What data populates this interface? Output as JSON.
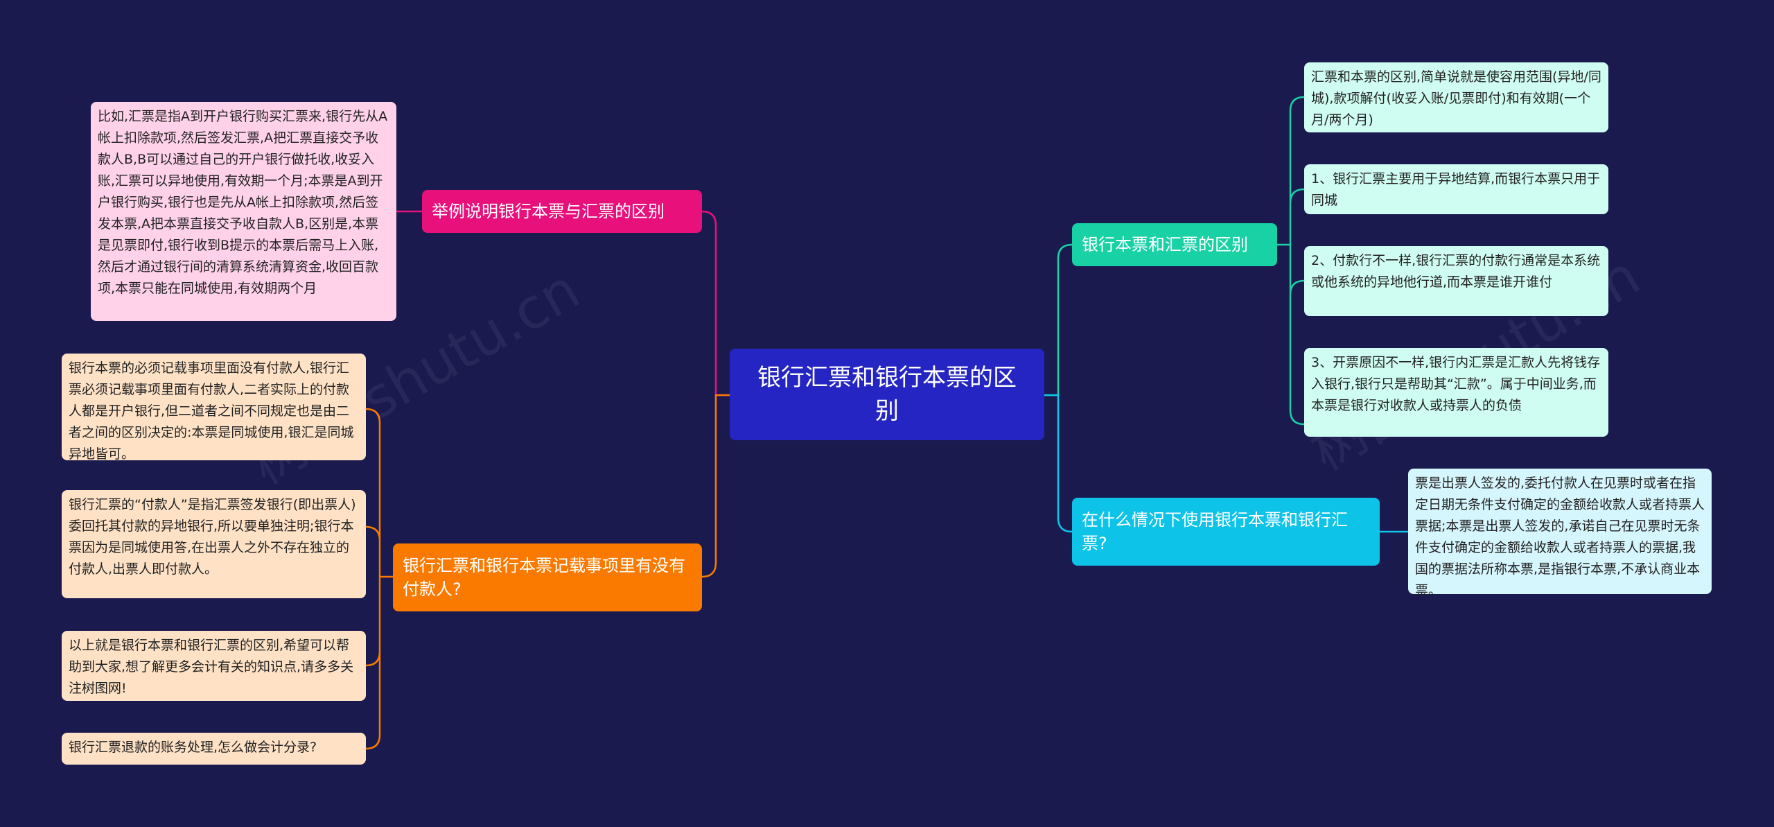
{
  "center": {
    "label": "银行汇票和银行本票的区别"
  },
  "topics": {
    "example": "举例说明银行本票与汇票的区别",
    "payer": "银行汇票和银行本票记载事项里有没有付款人?",
    "difference": "银行本票和汇票的区别",
    "usage": "在什么情况下使用银行本票和银行汇票?"
  },
  "leaves": {
    "example": [
      "比如,汇票是指A到开户银行购买汇票来,银行先从A帐上扣除款项,然后签发汇票,A把汇票直接交予收款人B,B可以通过自己的开户银行做托收,收妥入账,汇票可以异地使用,有效期一个月;本票是A到开户银行购买,银行也是先从A帐上扣除款项,然后签发本票,A把本票直接交予收自款人B,区别是,本票是见票即付,银行收到B提示的本票后需马上入账,然后才通过银行间的清算系统清算资金,收回百款项,本票只能在同城使用,有效期两个月"
    ],
    "payer": [
      "银行本票的必须记载事项里面没有付款人,银行汇票必须记载事项里面有付款人,二者实际上的付款人都是开户银行,但二道者之间不同规定也是由二者之间的区别决定的:本票是同城使用,银汇是同城异地皆可。",
      "银行汇票的“付款人”是指汇票签发银行(即出票人)委回托其付款的异地银行,所以要单独注明;银行本票因为是同城使用答,在出票人之外不存在独立的付款人,出票人即付款人。",
      "以上就是银行本票和银行汇票的区别,希望可以帮助到大家,想了解更多会计有关的知识点,请多多关注树图网!",
      "银行汇票退款的账务处理,怎么做会计分录?"
    ],
    "difference": [
      "汇票和本票的区别,简单说就是使容用范围(异地/同城),款项解付(收妥入账/见票即付)和有效期(一个月/两个月)",
      "1、银行汇票主要用于异地结算,而银行本票只用于同城",
      "2、付款行不一样,银行汇票的付款行通常是本系统或他系统的异地他行道,而本票是谁开谁付",
      "3、开票原因不一样,银行内汇票是汇款人先将钱存入银行,银行只是帮助其“汇款”。属于中间业务,而本票是银行对收款人或持票人的负债"
    ],
    "usage": [
      "票是出票人签发的,委托付款人在见票时或者在指定日期无条件支付确定的金额给收款人或者持票人票据;本票是出票人签发的,承诺自己在见票时无条件支付确定的金额给收款人或者持票人的票据,我国的票据法所称本票,是指银行本票,不承认商业本票。"
    ]
  },
  "watermark": "树图 shutu.cn",
  "colors": {
    "background": "#1a1a4f",
    "center": "#2525c3",
    "example": "#e8117c",
    "payer": "#fa7a00",
    "difference": "#18d1a4",
    "usage": "#0ec3e8"
  }
}
